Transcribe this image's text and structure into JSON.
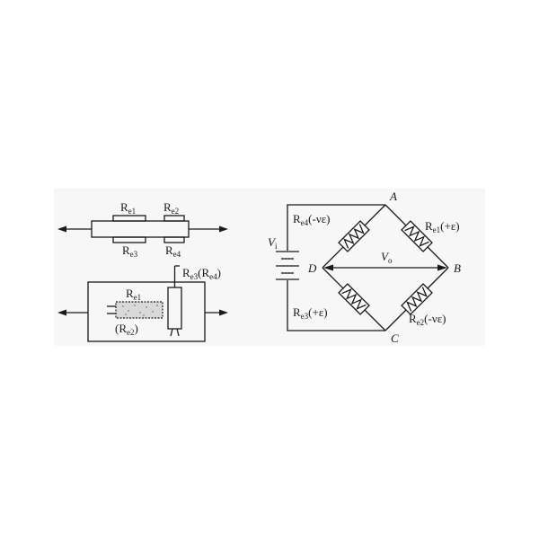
{
  "left_top": {
    "re1": {
      "main": "R",
      "sub": "e1"
    },
    "re2": {
      "main": "R",
      "sub": "e2"
    },
    "re3": {
      "main": "R",
      "sub": "e3"
    },
    "re4": {
      "main": "R",
      "sub": "e4"
    }
  },
  "left_bottom": {
    "re1": {
      "main": "R",
      "sub": "e1"
    },
    "re2": {
      "open": "(R",
      "sub": "e2",
      "close": ")"
    },
    "re3re4": {
      "main": "R",
      "sub1": "e3",
      "mid": "(R",
      "sub2": "e4",
      "close": ")"
    }
  },
  "bridge": {
    "nodes": {
      "a": "A",
      "b": "B",
      "c": "C",
      "d": "D"
    },
    "vi": {
      "main": "V",
      "sub": "i"
    },
    "vo": {
      "main": "V",
      "sub": "o"
    },
    "re1": {
      "main": "R",
      "sub": "e1",
      "strain": "(+ε)"
    },
    "re2": {
      "main": "R",
      "sub": "e2",
      "strain": "(-νε)"
    },
    "re3": {
      "main": "R",
      "sub": "e3",
      "strain": "(+ε)"
    },
    "re4": {
      "main": "R",
      "sub": "e4",
      "strain": "(-νε)"
    }
  }
}
